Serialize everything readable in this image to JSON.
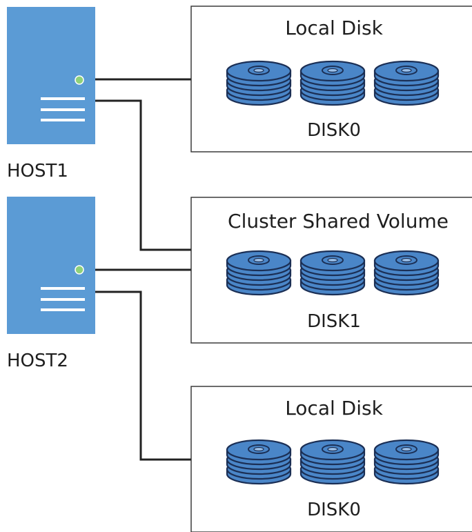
{
  "colors": {
    "server_fill": "#5b9bd5",
    "server_stripe": "#ffffff",
    "led": "#8fd17a",
    "disk_fill": "#4a86c8",
    "disk_stroke": "#1b2f55",
    "connector": "#222222",
    "box_border": "#3a3a3a"
  },
  "hosts": [
    {
      "label": "HOST1",
      "icon": "server-icon"
    },
    {
      "label": "HOST2",
      "icon": "server-icon"
    }
  ],
  "storage": [
    {
      "title": "Local Disk",
      "disk": "DISK0",
      "disk_icons": 3,
      "icon": "disk-stack-icon"
    },
    {
      "title": "Cluster Shared Volume",
      "disk": "DISK1",
      "disk_icons": 3,
      "icon": "disk-stack-icon"
    },
    {
      "title": "Local Disk",
      "disk": "DISK0",
      "disk_icons": 3,
      "icon": "disk-stack-icon"
    }
  ]
}
